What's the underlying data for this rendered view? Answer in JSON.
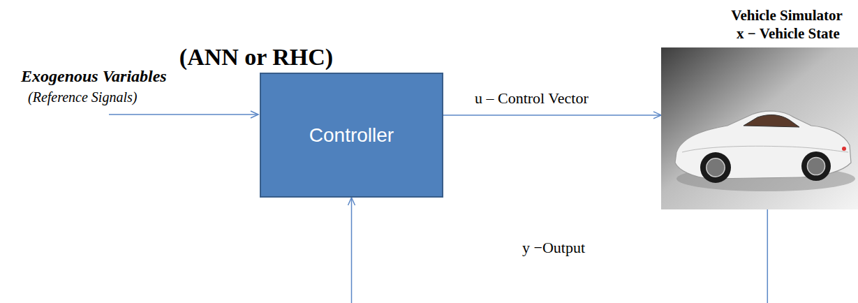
{
  "diagram": {
    "nodes": [
      {
        "text": [
          "(ANN or RHC)",
          "Controller"
        ]
      },
      {
        "text": [
          "Vehicle Simulator",
          "x − Vehicle State"
        ]
      }
    ],
    "edges": [
      {
        "from": 0,
        "to": 1,
        "arrow": "to",
        "label": "u – Control Vector"
      },
      {
        "from": 1,
        "to": 0,
        "arrow": "to",
        "label": "y −Output"
      }
    ],
    "labels": [
      "Exogenous Variables",
      "(Reference Signals)"
    ]
  }
}
